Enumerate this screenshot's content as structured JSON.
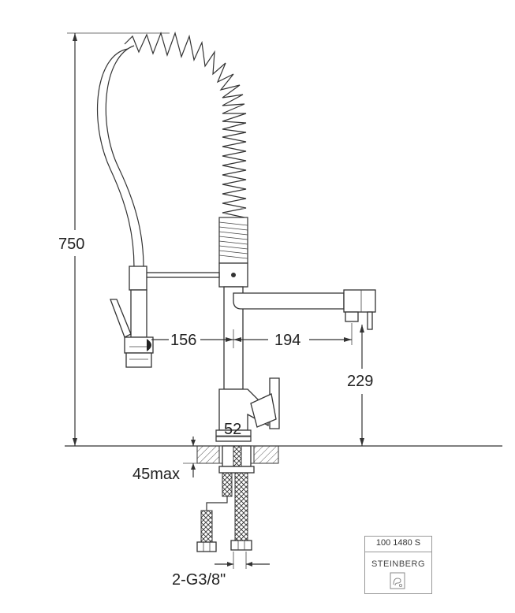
{
  "dimensions": {
    "height_total": "750",
    "left_reach": "156",
    "spout_reach": "194",
    "spout_height": "229",
    "base_diameter": "52",
    "max_counter_thickness": "45max",
    "hose_connection": "2-G3/8\""
  },
  "brand_label": {
    "product_code": "100 1480 S",
    "brand": "STEINBERG",
    "logo_icon": "steinberg-logo-icon"
  },
  "colors": {
    "line": "#333333",
    "hatch": "#555555",
    "background": "#ffffff"
  }
}
